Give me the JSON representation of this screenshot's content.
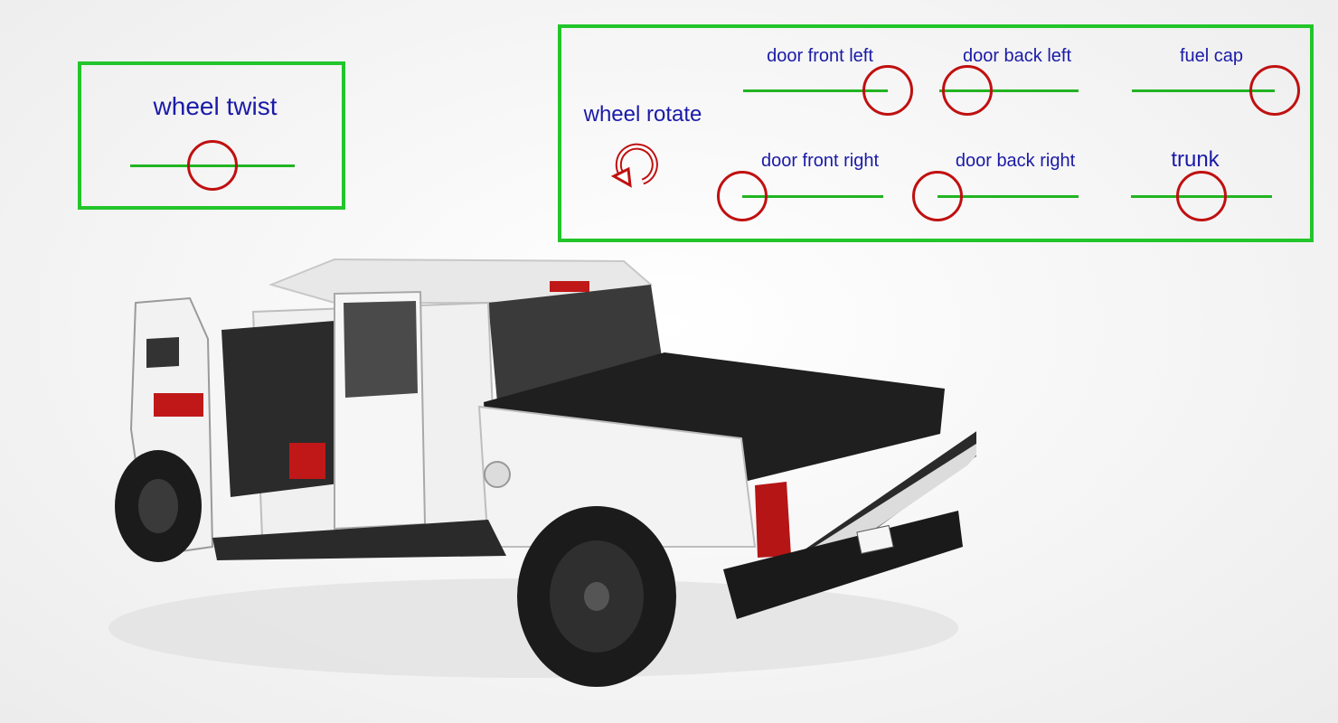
{
  "controls": {
    "wheel_twist": {
      "label": "wheel twist",
      "value": 0.5
    },
    "wheel_rotate": {
      "label": "wheel rotate",
      "icon": "rotate-icon"
    },
    "door_front_left": {
      "label": "door front left",
      "value": 1.0
    },
    "door_back_left": {
      "label": "door back left",
      "value": 0.2
    },
    "fuel_cap": {
      "label": "fuel cap",
      "value": 1.0
    },
    "door_front_right": {
      "label": "door front right",
      "value": 0.0
    },
    "door_back_right": {
      "label": "door back right",
      "value": 0.0
    },
    "trunk": {
      "label": "trunk",
      "value": 0.5
    }
  },
  "colors": {
    "panel_border": "#22c52a",
    "track": "#22b422",
    "knob": "#c01010",
    "label": "#1a1aa8"
  },
  "truck": {
    "body_color": "#f2f2f2",
    "accent_color": "#cc1010"
  }
}
